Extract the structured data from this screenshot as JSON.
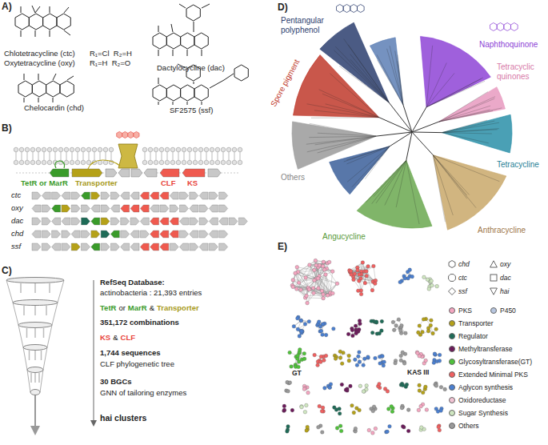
{
  "diagram": {
    "labels": [
      "A)",
      "Chlotetracycline (ctc)",
      "Oxytetracycline (oxy)",
      "R₁=Cl  R₂=H",
      "R₁=H  R₂=O",
      "Dactylocycline (dac)",
      "Chelocardin (chd)",
      "SF2575 (ssf)",
      "B)",
      "TetR or MarR",
      "Transporter",
      "CLF",
      "KS",
      "ctc",
      "oxy",
      "dac",
      "chd",
      "ssf",
      "C)",
      "RefSeq Database:",
      "actinobacteria : 21,393 entries",
      "TetR",
      "or",
      "MarR",
      "&",
      "Transporter",
      "351,172 combinations",
      "KS",
      "&",
      "CLF",
      "1,744 sequences",
      "CLF phylogenetic tree",
      "30 BGCs",
      "GNN of tailoring enzymes",
      "hai clusters",
      "D)",
      "Pentangular polyphenol",
      "Naphthoquinone",
      "Spore pigment",
      "Tetracyclic quinones",
      "Tetracycline",
      "Others",
      "Angucycline",
      "Anthracycline",
      "E)",
      "GT",
      "KAS III"
    ],
    "legend": [
      {
        "text": "chd"
      },
      {
        "text": "oxy"
      },
      {
        "text": "ctc"
      },
      {
        "text": "dac"
      },
      {
        "text": "ssf"
      },
      {
        "text": "hai"
      },
      {
        "text": "PKS",
        "color": "#f4a6c0"
      },
      {
        "text": "P450",
        "color": "#b7c6e0"
      },
      {
        "text": "Transporter",
        "color": "#b5a118"
      },
      {
        "text": "Regulator",
        "color": "#1e6b57"
      },
      {
        "text": "Methyltransferase",
        "color": "#6b1a5a"
      },
      {
        "text": "Glycosyltransferase(GT)",
        "color": "#4fc23a"
      },
      {
        "text": "Extended Minimal PKS",
        "color": "#f06060"
      },
      {
        "text": "Aglycon synthesis",
        "color": "#4a7fd0"
      },
      {
        "text": "Oxidoreductase",
        "color": "#f2c4d4"
      },
      {
        "text": "Sugar Synthesis",
        "color": "#cfe6c0"
      },
      {
        "text": "Others",
        "color": "#9a9a9a"
      }
    ]
  }
}
